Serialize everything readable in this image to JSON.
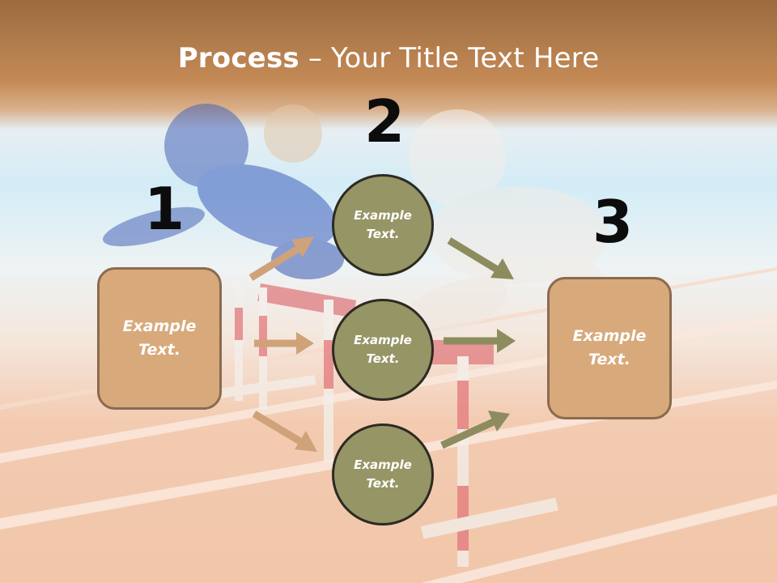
{
  "title": {
    "bold": "Process",
    "rest": " – Your Title Text Here"
  },
  "steps": {
    "one": {
      "number": "1",
      "label": "Example\nText."
    },
    "two": {
      "number": "2",
      "circle_top": "Example\nText.",
      "circle_mid": "Example\nText.",
      "circle_bottom": "Example\nText."
    },
    "three": {
      "number": "3",
      "label": "Example\nText."
    }
  },
  "colors": {
    "box_fill": "#d8a97a",
    "box_border": "#8a6b50",
    "circle_fill": "#969566",
    "circle_border": "#2c2a22",
    "arrow_left": "#cfa27a",
    "arrow_right": "#8d8c5e"
  }
}
